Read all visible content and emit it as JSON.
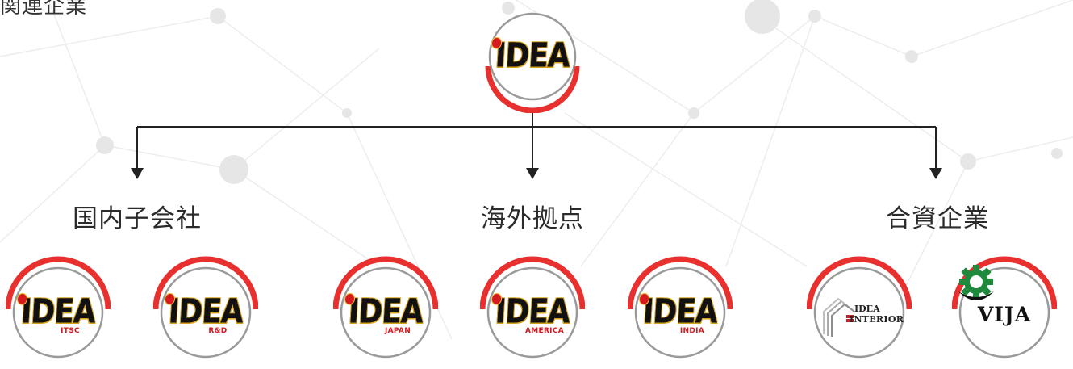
{
  "page_title": "関連企業",
  "root": {
    "brand": "IDEA"
  },
  "groups": [
    {
      "label": "国内子会社",
      "companies": [
        {
          "brand": "IDEA",
          "sub": "ITSC"
        },
        {
          "brand": "IDEA",
          "sub": "R&D"
        }
      ]
    },
    {
      "label": "海外拠点",
      "companies": [
        {
          "brand": "IDEA",
          "sub": "JAPAN"
        },
        {
          "brand": "IDEA",
          "sub": "AMERICA"
        },
        {
          "brand": "IDEA",
          "sub": "INDIA"
        }
      ]
    },
    {
      "label": "合資企業",
      "companies": [
        {
          "line1": "IDEA",
          "line2": "INTERIOR"
        },
        {
          "text": "VIJA"
        }
      ]
    }
  ],
  "colors": {
    "arc_red": "#e8312f",
    "circle_stroke": "#9a9a9a",
    "connector": "#222222",
    "vija_green": "#1f8a3c"
  }
}
